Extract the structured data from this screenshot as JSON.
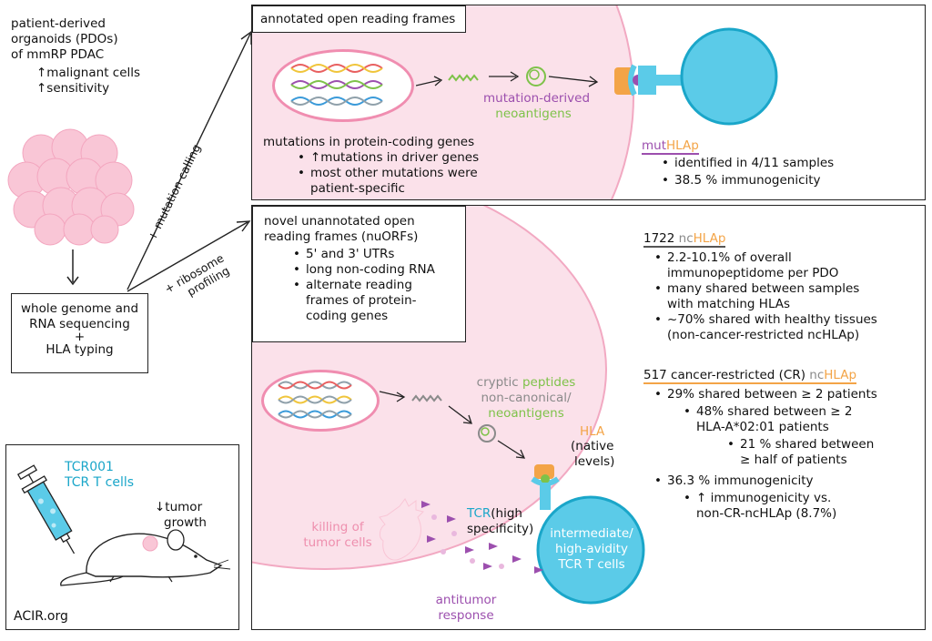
{
  "left": {
    "pdo_title": [
      "patient-derived",
      "organoids (PDOs)",
      "of mmRP PDAC"
    ],
    "pdo_bullets": [
      "↑malignant cells",
      "↑sensitivity"
    ],
    "sequencing": [
      "whole genome and",
      "RNA sequencing",
      "+",
      "HLA typing"
    ],
    "mouse_box": {
      "tcr_title": [
        "TCR001",
        "TCR T cells"
      ],
      "tumor_growth": [
        "↓tumor",
        "growth"
      ],
      "credit": "ACIR.org"
    },
    "arrow_mutation": "+ mutation calling",
    "arrow_ribosome": [
      "+ ribosome",
      "profiling"
    ]
  },
  "top_panel": {
    "title": "annotated open reading frames",
    "mutations_title": "mutations in protein-coding genes",
    "mutations_bullets": [
      "↑mutations in driver genes",
      "most other mutations were patient-specific"
    ],
    "neoantigen_label": [
      "mutation-derived",
      "neoantigens"
    ],
    "muthlap": {
      "prefix": "mut",
      "suffix": "HLAp"
    },
    "muthlap_bullets": [
      "identified in 4/11 samples",
      "38.5 % immunogenicity"
    ]
  },
  "bottom_panel": {
    "nuorf_title": [
      "novel unannotated open",
      "reading frames (nuORFs)"
    ],
    "nuorf_bullets": [
      "5' and 3' UTRs",
      "long non-coding RNA",
      "alternate reading frames of protein-coding genes"
    ],
    "cryptic": {
      "line1a": "cryptic ",
      "line1b": "peptides",
      "line2a": "non-canonical/",
      "line3": "neoantigens"
    },
    "hla_label": "HLA",
    "hla_native": [
      "(native",
      "levels)"
    ],
    "tcr_label": "TCR",
    "tcr_spec": [
      "(high",
      "specificity)"
    ],
    "tcell_label": [
      "intermediate/",
      "high-avidity",
      "TCR T cells"
    ],
    "killing": [
      "killing of",
      "tumor cells"
    ],
    "antitumor": [
      "antitumor",
      "response"
    ],
    "nchlap": {
      "count": "1722 ",
      "prefix": "nc",
      "suffix": "HLAp"
    },
    "nchlap_bullets": [
      [
        "2.2-10.1% of overall",
        "immunopeptidome per PDO"
      ],
      [
        "many shared between samples",
        "with matching HLAs"
      ],
      [
        "~70% shared with healthy tissues",
        "(non-cancer-restricted ncHLAp)"
      ]
    ],
    "cr": {
      "title": "517 cancer-restricted (CR) ",
      "prefix": "nc",
      "suffix": "HLAp"
    },
    "cr_b1": "29% shared between ≥ 2 patients",
    "cr_b1_1": [
      "48% shared between ≥ 2",
      "HLA-A*02:01 patients"
    ],
    "cr_b1_1_1": [
      "21 % shared between",
      "≥ half of patients"
    ],
    "cr_b2": "36.3 % immunogenicity",
    "cr_b2_1": [
      "↑ immunogenicity  vs.",
      "non-CR-ncHLAp (8.7%)"
    ]
  },
  "colors": {
    "pink_cell": "#fbe1ea",
    "tcell": "#5bcbe8",
    "green": "#7ec249",
    "purple": "#9c4fae",
    "orange": "#f3a447"
  }
}
